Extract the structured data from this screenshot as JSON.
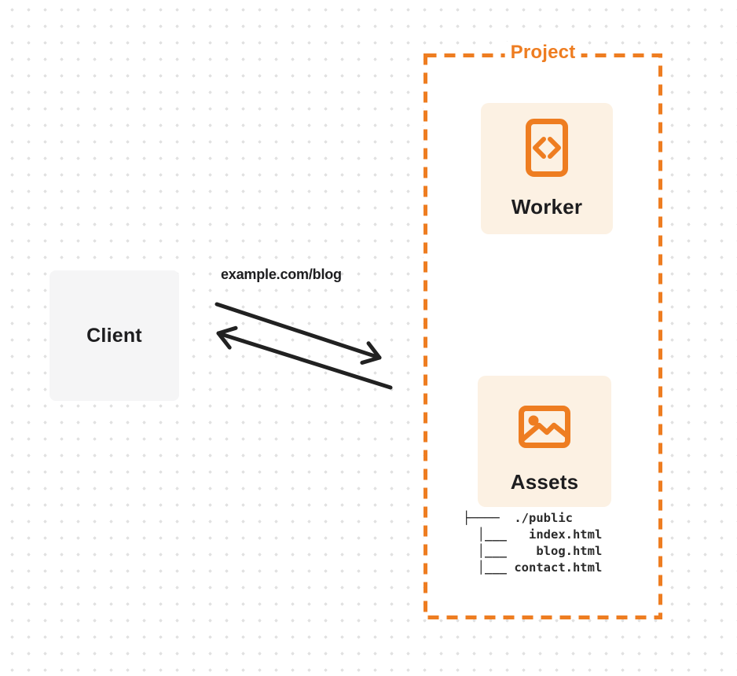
{
  "colors": {
    "accent": "#EE7D21",
    "card_bg": "#FCF1E3",
    "client_bg": "#F5F5F6",
    "arrow": "#212121",
    "text_dark": "#1D1D1F",
    "dot": "#E2E2E2"
  },
  "client": {
    "label": "Client"
  },
  "request": {
    "url": "example.com/blog"
  },
  "project": {
    "title": "Project",
    "worker": {
      "label": "Worker",
      "icon": "code-icon"
    },
    "assets": {
      "label": "Assets",
      "icon": "image-icon",
      "file_tree": "├────  ./public\n  │___   index.html\n  │___    blog.html\n  │___ contact.html"
    }
  }
}
